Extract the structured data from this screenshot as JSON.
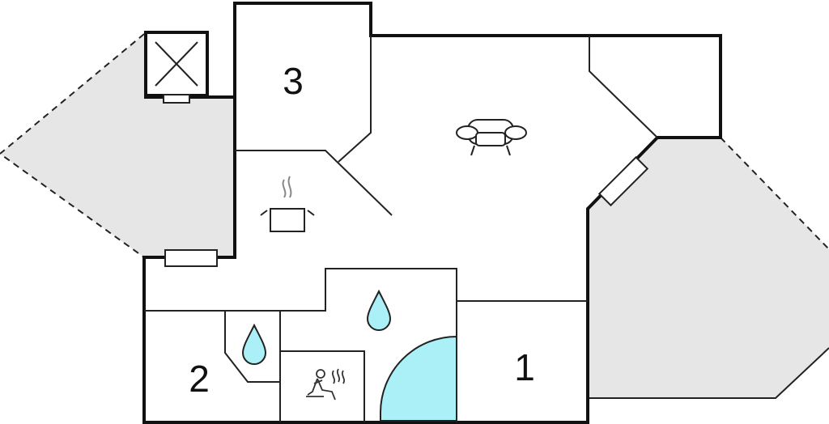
{
  "floorplan": {
    "rooms": [
      {
        "label": "3",
        "name": "bedroom-3"
      },
      {
        "label": "2",
        "name": "bedroom-2"
      },
      {
        "label": "1",
        "name": "bedroom-1"
      }
    ],
    "icons": [
      "living-room-sofa-icon",
      "kitchen-pot-icon",
      "fireplace-chimney-icon",
      "bathroom-water-drop-icon",
      "sauna-icon",
      "shower-quarter-circle-icon"
    ],
    "colors": {
      "wall": "#111111",
      "terrace": "#e6e6e6",
      "water": "#aaf0f6",
      "line": "#222222"
    }
  }
}
